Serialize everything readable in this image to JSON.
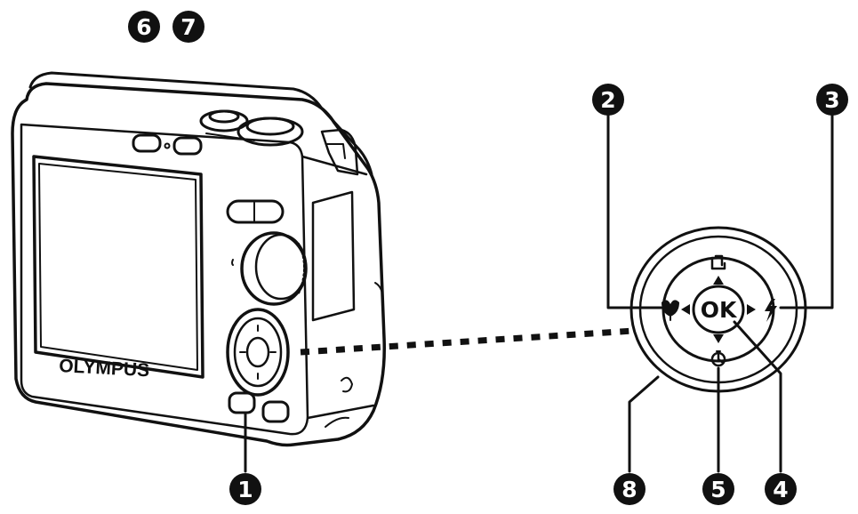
{
  "camera": {
    "brand": "OLYMPUS"
  },
  "control_pad": {
    "center_label": "OK"
  },
  "callouts": [
    {
      "id": "1",
      "label": "1"
    },
    {
      "id": "2",
      "label": "2"
    },
    {
      "id": "3",
      "label": "3"
    },
    {
      "id": "4",
      "label": "4"
    },
    {
      "id": "5",
      "label": "5"
    },
    {
      "id": "6",
      "label": "6"
    },
    {
      "id": "7",
      "label": "7"
    },
    {
      "id": "8",
      "label": "8"
    }
  ],
  "icons": [
    "macro-icon",
    "flash-icon",
    "self-timer-icon",
    "print-icon",
    "arrow-up-icon",
    "arrow-down-icon",
    "arrow-left-icon",
    "arrow-right-icon"
  ]
}
